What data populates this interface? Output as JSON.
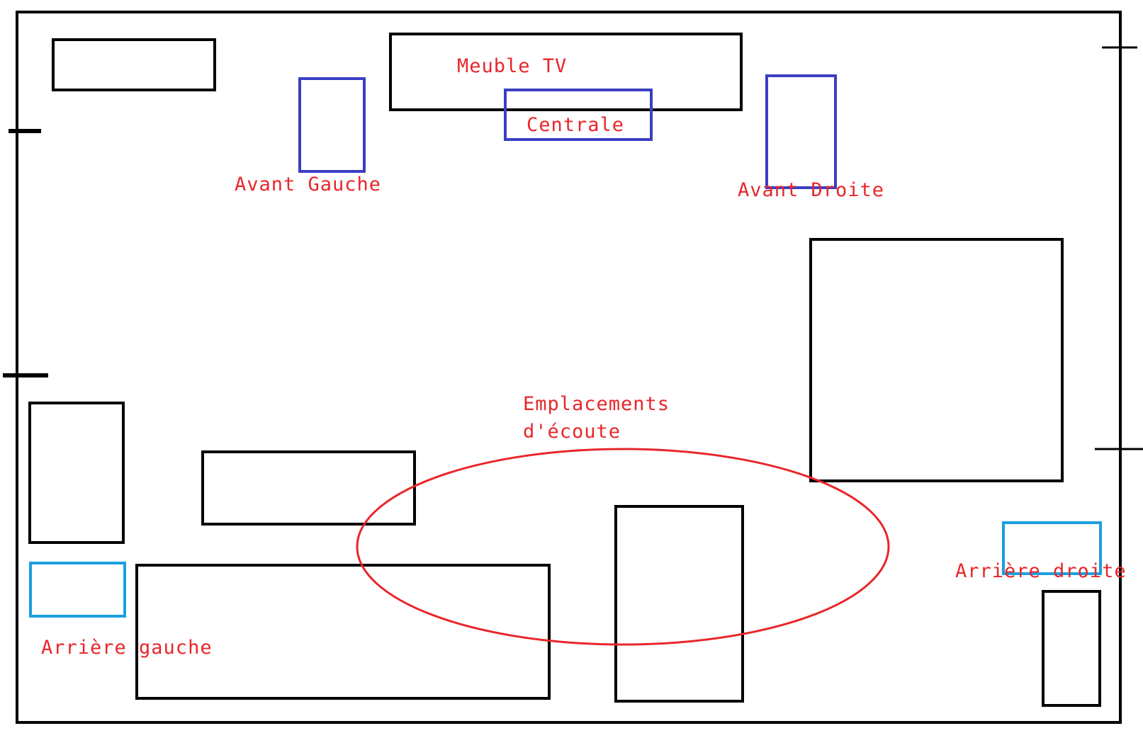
{
  "colors": {
    "furniture": "#000000",
    "front_speaker": "#3a3fc4",
    "rear_speaker": "#1aa0e0",
    "label": "#e8262a",
    "listening_zone": "#e8262a",
    "background": "#ffffff"
  },
  "labels": {
    "meuble_tv": "Meuble TV",
    "centrale": "Centrale",
    "avant_gauche": "Avant Gauche",
    "avant_droite": "Avant Droite",
    "emplacements_line1": "Emplacements",
    "emplacements_line2": "d'écoute",
    "arriere_gauche": "Arrière gauche",
    "arriere_droite": "Arrière droite"
  }
}
